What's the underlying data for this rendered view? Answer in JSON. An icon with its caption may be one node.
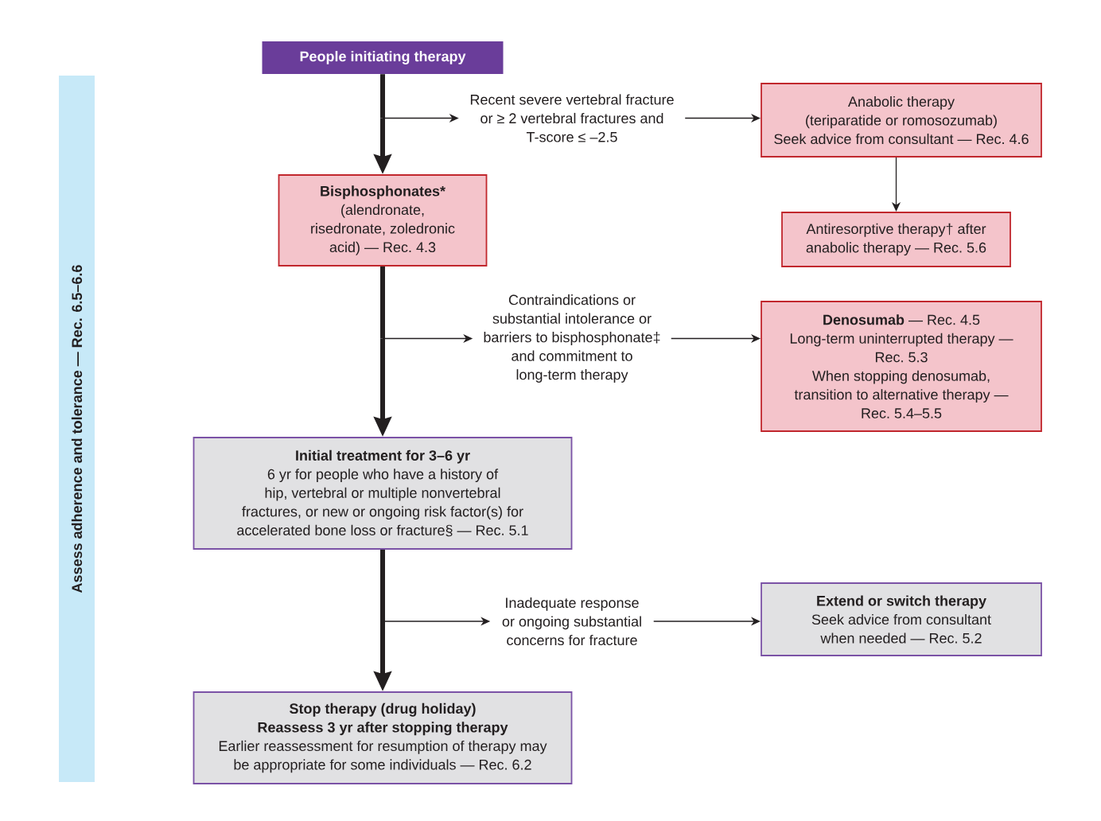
{
  "diagram": {
    "nodes": [
      {
        "text": [
          "People initiating therapy"
        ]
      },
      {
        "text": [
          "Recent severe vertebral fracture or ≥ 2 vertebral fractures and T-score ≤ –2.5"
        ]
      },
      {
        "text": [
          "Anabolic therapy",
          "(teriparatide or romosozumab)",
          "Seek advice from consultant — Rec. 4.6"
        ]
      },
      {
        "text": [
          "Antiresorptive therapy† after anabolic therapy — Rec. 5.6"
        ]
      },
      {
        "text": [
          "Bisphosphonates*",
          "(alendronate, risedronate, zoledronic acid) — Rec. 4.3"
        ]
      },
      {
        "text": [
          "Contraindications or substantial intolerance or barriers to bisphosphonate‡ and commitment to long-term therapy"
        ]
      },
      {
        "text": [
          "**Denosumab** — Rec. 4.5",
          "Long-term uninterrupted therapy — Rec. 5.3",
          "When stopping denosumab, transition to alternative therapy — Rec. 5.4–5.5"
        ]
      },
      {
        "text": [
          "Initial treatment for 3–6 yr",
          "6 yr for people who have a history of hip, vertebral or multiple nonvertebral fractures, or new or ongoing risk factor(s) for accelerated bone loss or fracture§ — Rec. 5.1"
        ]
      },
      {
        "text": [
          "Inadequate response or ongoing substantial concerns for fracture"
        ]
      },
      {
        "text": [
          "Extend or switch therapy",
          "Seek advice from consultant when needed — Rec. 5.2"
        ]
      },
      {
        "text": [
          "Stop therapy (drug holiday)",
          "Reassess 3 yr after stopping therapy",
          "Earlier reassessment for resumption of therapy may be appropriate for some individuals — Rec. 6.2"
        ]
      },
      {
        "text": [
          "Assess adherence and tolerance — Rec. 6.5–6.6"
        ]
      }
    ],
    "edges": [
      {
        "from": 0,
        "to": 4,
        "arrow": "to",
        "style": "thick"
      },
      {
        "from": 0,
        "to": 1,
        "arrow": "to"
      },
      {
        "from": 1,
        "to": 2,
        "arrow": "to"
      },
      {
        "from": 2,
        "to": 3,
        "arrow": "to"
      },
      {
        "from": 4,
        "to": 7,
        "arrow": "to",
        "style": "thick"
      },
      {
        "from": 4,
        "to": 5,
        "arrow": "to"
      },
      {
        "from": 5,
        "to": 6,
        "arrow": "to"
      },
      {
        "from": 7,
        "to": 10,
        "arrow": "to",
        "style": "thick"
      },
      {
        "from": 7,
        "to": 8,
        "arrow": "to"
      },
      {
        "from": 8,
        "to": 9,
        "arrow": "to"
      }
    ]
  }
}
